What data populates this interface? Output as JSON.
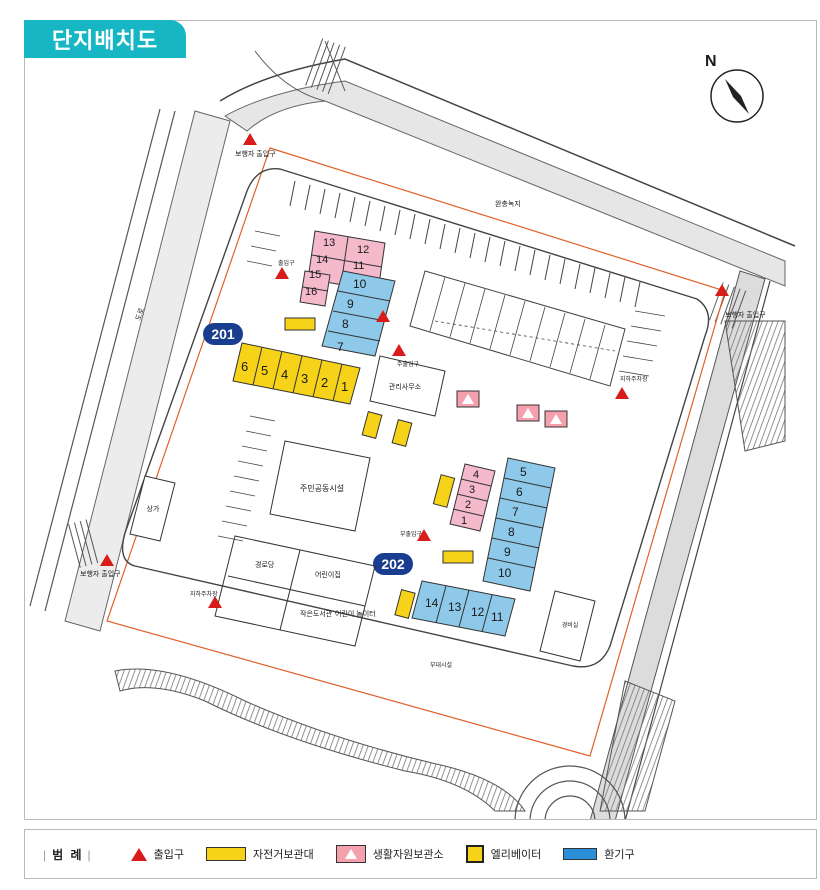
{
  "title": "단지배치도",
  "badges": {
    "b201": "201",
    "b202": "202"
  },
  "units_201_top": [
    "13",
    "12",
    "14",
    "11",
    "15",
    "16",
    "10",
    "9",
    "8",
    "7"
  ],
  "units_201_yellow": [
    "6",
    "5",
    "4",
    "3",
    "2",
    "1"
  ],
  "units_202_pink": [
    "4",
    "3",
    "2",
    "1"
  ],
  "units_202_blue_right": [
    "5",
    "6",
    "7",
    "8",
    "9",
    "10"
  ],
  "units_202_bottom": [
    "14",
    "13",
    "12",
    "11"
  ],
  "labels": {
    "north": "N",
    "entrance_left_top": "보행자 출입구",
    "entrance_right": "보행자 출입구",
    "entrance_left_bottom": "보행자 출입구",
    "road_left": "도로",
    "green_top": "완충녹지",
    "shop": "상가",
    "management": "관리사무소",
    "daycare": "어린이집",
    "community": "주민공동시설",
    "senior": "경로당",
    "playground": "어린이 놀이터",
    "library": "작은도서관",
    "guard": "경비실",
    "underground_parking": "지하주차장",
    "main_entrance": "주출입구",
    "entrance": "출입구",
    "sub": "부출입구",
    "facility": "부대시설"
  },
  "legend": {
    "title": "범 례",
    "items": [
      {
        "label": "출입구",
        "icon": "entrance-triangle-icon"
      },
      {
        "label": "자전거보관대",
        "icon": "bicycle-rack-icon"
      },
      {
        "label": "생활자원보관소",
        "icon": "recycling-icon"
      },
      {
        "label": "엘리베이터",
        "icon": "elevator-icon"
      },
      {
        "label": "환기구",
        "icon": "vent-icon"
      }
    ]
  },
  "colors": {
    "title_bg": "#16b6c4",
    "yellow": "#f6d318",
    "pink": "#f5b9cc",
    "blue": "#8ec9ea",
    "badge": "#1a3e8f",
    "entrance": "#d81b1b",
    "boundary": "#e0602a"
  }
}
